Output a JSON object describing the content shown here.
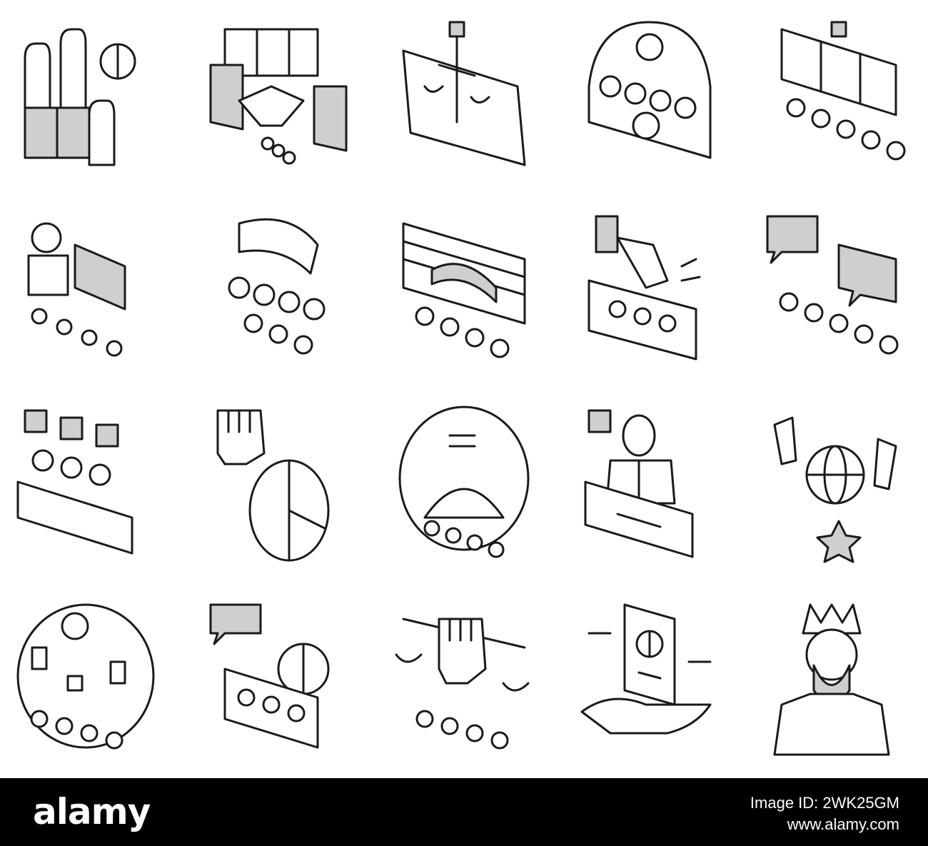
{
  "icons": [
    {
      "name": "raised-hands-vote-icon"
    },
    {
      "name": "handshake-agreement-icon"
    },
    {
      "name": "justice-sword-scales-icon"
    },
    {
      "name": "crowd-assembly-icon"
    },
    {
      "name": "election-banner-crowd-icon"
    },
    {
      "name": "speaker-addressing-crowd-icon"
    },
    {
      "name": "crowd-with-banner-icon"
    },
    {
      "name": "protest-wall-crowd-icon"
    },
    {
      "name": "podium-speech-crowd-icon"
    },
    {
      "name": "debate-speech-bubbles-icon"
    },
    {
      "name": "protest-placards-crowd-icon"
    },
    {
      "name": "fist-and-pie-chart-icon"
    },
    {
      "name": "equality-circle-crowd-icon"
    },
    {
      "name": "politician-at-podium-icon"
    },
    {
      "name": "strong-globe-icon"
    },
    {
      "name": "social-circle-crowd-icon"
    },
    {
      "name": "discussion-crowd-chart-icon"
    },
    {
      "name": "fist-holding-scales-icon"
    },
    {
      "name": "passport-in-hand-icon"
    },
    {
      "name": "king-crown-icon"
    }
  ],
  "footer": {
    "brand": "alamy",
    "image_id_line": "Image ID: 2WK25GM",
    "url": "www.alamy.com"
  },
  "colors": {
    "footer_background": "#000000",
    "footer_text": "#ffffff",
    "icon_stroke": "#1a1a1a",
    "icon_shade": "#cfcfcf"
  }
}
